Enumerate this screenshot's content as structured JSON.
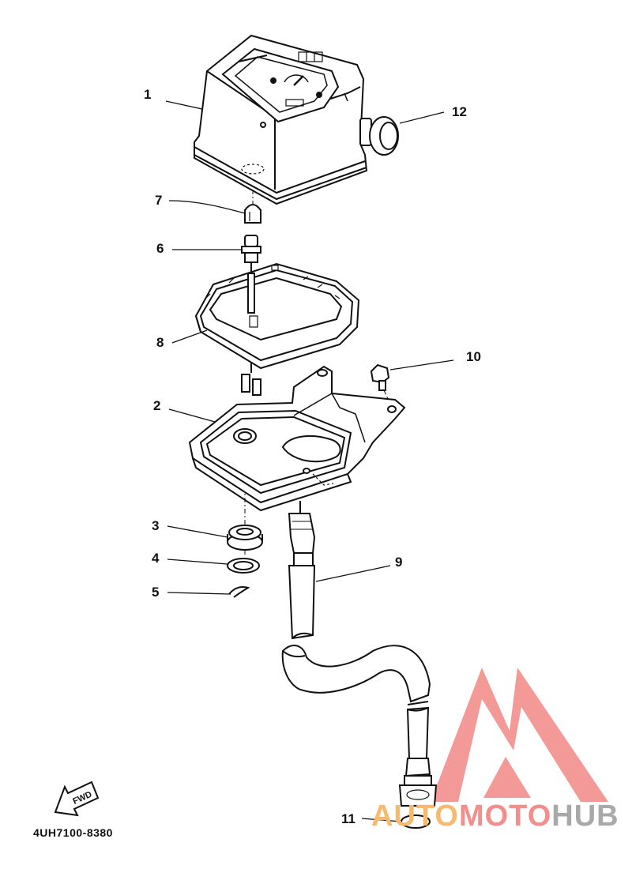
{
  "diagram": {
    "part_code": "4UH7100-8380",
    "fwd_text": "FWD",
    "labels": {
      "p1": "1",
      "p2": "2",
      "p3": "3",
      "p4": "4",
      "p5": "5",
      "p6": "6",
      "p7": "7",
      "p8": "8",
      "p9": "9",
      "p10": "10",
      "p11": "11",
      "p12": "12"
    }
  },
  "watermark": {
    "part1": "AUTO",
    "part2": "MOTO",
    "part3": "HUB",
    "colors": {
      "auto": "#f7b96e",
      "moto": "#f28f8c",
      "hub": "#a9a9a9",
      "logo": "#f28f8c"
    }
  }
}
